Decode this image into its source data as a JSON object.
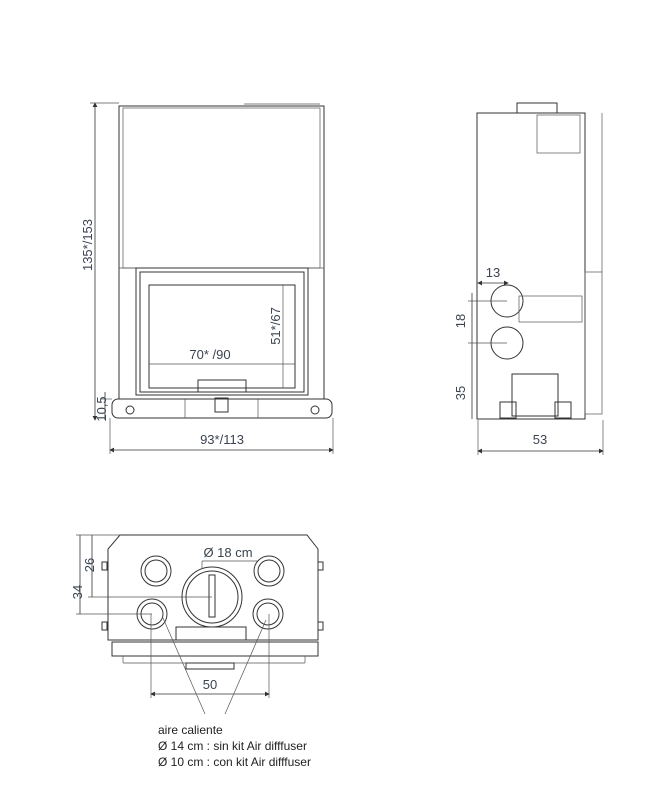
{
  "front_view": {
    "height_label": "135*/153",
    "base_label": "10,5",
    "width_label": "93*/113",
    "glass_width_label": "70* /90",
    "glass_height_label": "51*/67"
  },
  "side_view": {
    "offset_label": "13",
    "spacing_label": "18",
    "bottom_label": "35",
    "depth_label": "53"
  },
  "top_view": {
    "flue_label": "Ø 18 cm",
    "dim_26": "26",
    "dim_34": "34",
    "dim_50": "50",
    "notes": [
      "aire caliente",
      "Ø 14 cm : sin kit Air difffuser",
      "Ø 10 cm : con kit Air difffuser"
    ]
  },
  "colors": {
    "line": "#333333",
    "label": "#3a4350"
  }
}
